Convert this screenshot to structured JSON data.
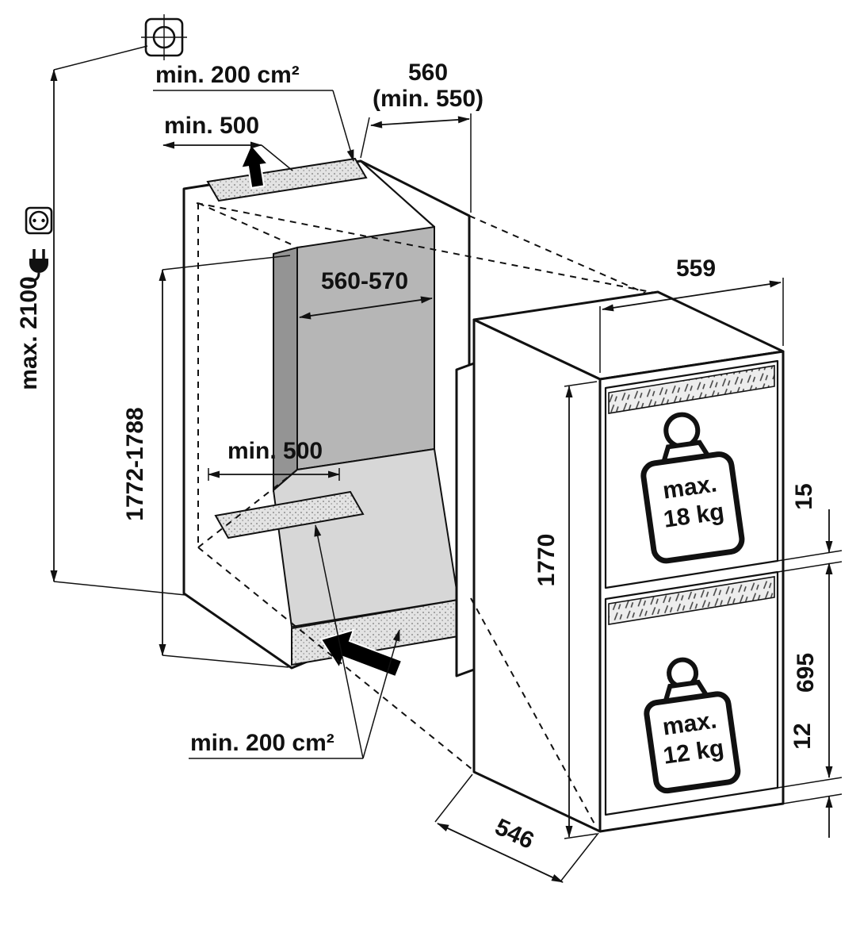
{
  "diagram": {
    "niche": {
      "vent_top_area": "min. 200 cm²",
      "vent_top_clearance": "min. 500",
      "top_depth": "560",
      "top_depth_min": "(min. 550)",
      "overall_height": "max. 2100",
      "width_range": "560-570",
      "height_range": "1772-1788",
      "floor_clearance": "min. 500",
      "vent_bottom_area": "min. 200 cm²"
    },
    "appliance": {
      "width": "559",
      "height": "1770",
      "depth": "546",
      "top_hinge_gap": "15",
      "lower_door_height": "695",
      "bottom_gap": "12",
      "upper_door_weight": {
        "prefix": "max.",
        "value": "18 kg"
      },
      "lower_door_weight": {
        "prefix": "max.",
        "value": "12 kg"
      }
    },
    "colors": {
      "line": "#111111",
      "back_wall": "#b6b6b6",
      "side_wall": "#949494",
      "floor": "#d7d7d7",
      "background": "#ffffff"
    },
    "icons": [
      {
        "name": "adjustment-screw-icon"
      },
      {
        "name": "power-outlet-icon"
      },
      {
        "name": "power-plug-icon"
      }
    ]
  }
}
